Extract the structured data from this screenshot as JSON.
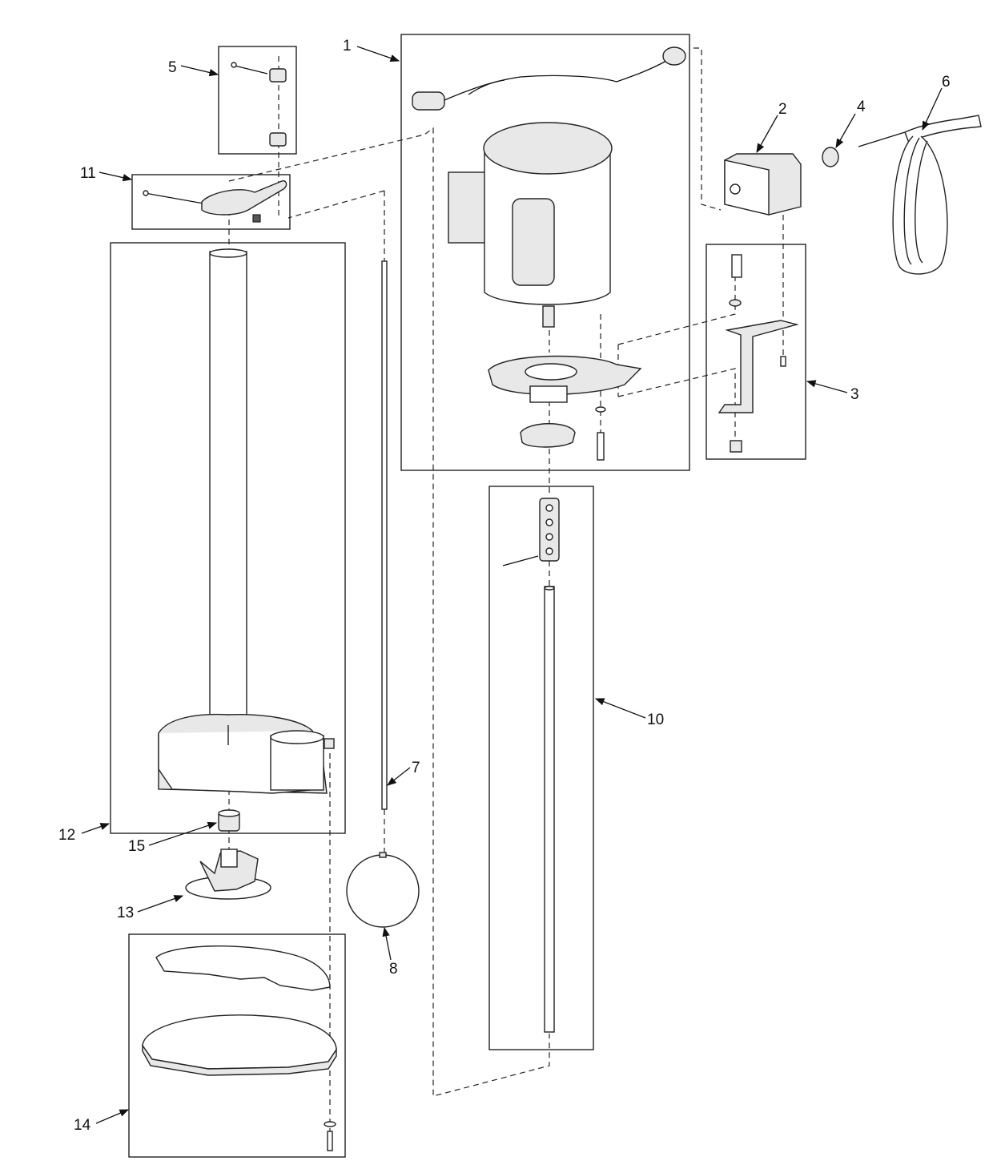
{
  "callouts": {
    "c1": "1",
    "c2": "2",
    "c3": "3",
    "c4": "4",
    "c5": "5",
    "c6": "6",
    "c7": "7",
    "c8": "8",
    "c10": "10",
    "c11": "11",
    "c12": "12",
    "c13": "13",
    "c14": "14",
    "c15": "15"
  },
  "colors": {
    "line": "#222222",
    "background": "#ffffff",
    "shade": "#e8e8e8"
  }
}
